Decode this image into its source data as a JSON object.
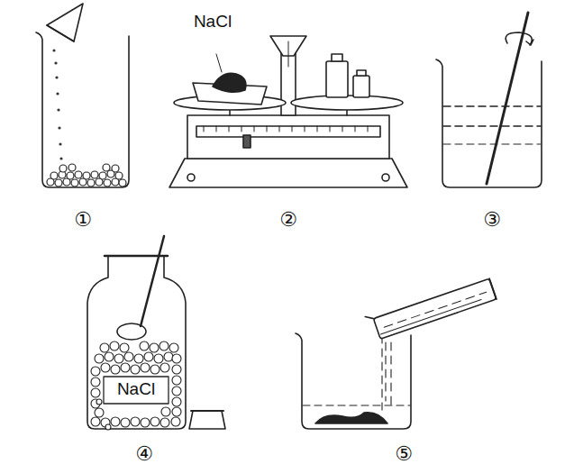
{
  "diagram": {
    "labels": [
      "NaCl",
      "①",
      "②",
      "③",
      "NaCl",
      "④",
      "⑤"
    ]
  }
}
